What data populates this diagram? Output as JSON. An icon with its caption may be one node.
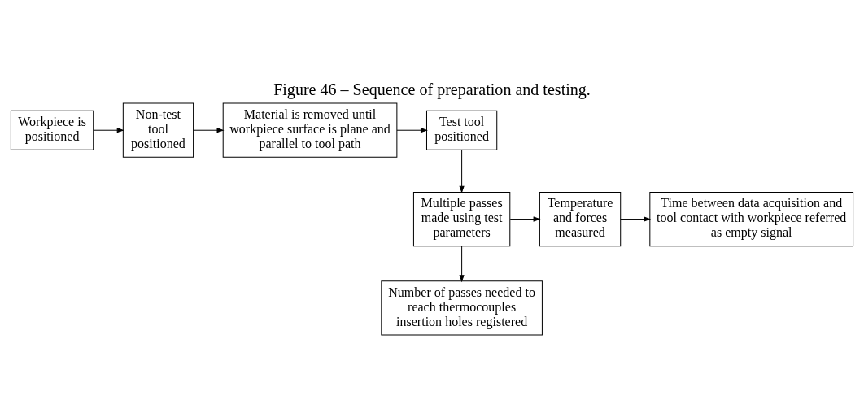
{
  "diagram": {
    "title": "Figure 46 – Sequence of preparation and testing.",
    "nodes": [
      {
        "text": [
          "Workpiece is positioned"
        ]
      },
      {
        "text": [
          "Non-test tool positioned"
        ]
      },
      {
        "text": [
          "Material is removed until workpiece surface is plane and parallel to tool path"
        ]
      },
      {
        "text": [
          "Test tool positioned"
        ]
      },
      {
        "text": [
          "Multiple passes made using test parameters"
        ]
      },
      {
        "text": [
          "Temperature and forces measured"
        ]
      },
      {
        "text": [
          "Time between data acquisition and tool contact with workpiece referred as empty signal"
        ]
      },
      {
        "text": [
          "Number of passes needed to reach thermocouples insertion holes registered"
        ]
      }
    ],
    "edges": [
      {
        "from": 0,
        "to": 1,
        "arrow": "to"
      },
      {
        "from": 1,
        "to": 2,
        "arrow": "to"
      },
      {
        "from": 2,
        "to": 3,
        "arrow": "to"
      },
      {
        "from": 3,
        "to": 4,
        "arrow": "to"
      },
      {
        "from": 4,
        "to": 5,
        "arrow": "to"
      },
      {
        "from": 5,
        "to": 6,
        "arrow": "to"
      },
      {
        "from": 4,
        "to": 7,
        "arrow": "to"
      }
    ]
  }
}
